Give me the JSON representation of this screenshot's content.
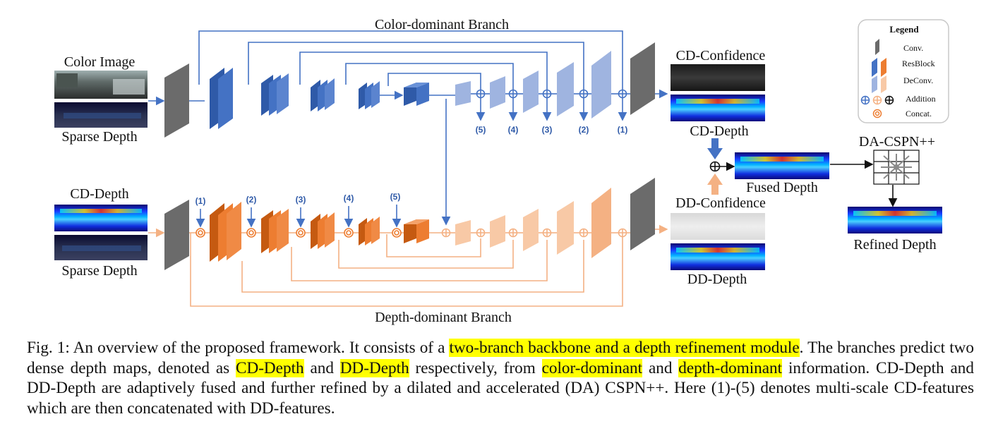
{
  "figure": {
    "color_branch_label": "Color-dominant Branch",
    "depth_branch_label": "Depth-dominant Branch",
    "inputs_top": {
      "image_label": "Color Image",
      "depth_label": "Sparse Depth"
    },
    "inputs_bottom": {
      "image_label": "CD-Depth",
      "depth_label": "Sparse Depth"
    },
    "cd_confidence": "CD-Confidence",
    "cd_depth": "CD-Depth",
    "dd_confidence": "DD-Confidence",
    "dd_depth": "DD-Depth",
    "fused_depth": "Fused Depth",
    "cspn": "DA-CSPN++",
    "refined_depth": "Refined Depth",
    "scale_marks": [
      "(1)",
      "(2)",
      "(3)",
      "(4)",
      "(5)"
    ],
    "legend": {
      "title": "Legend",
      "items": [
        "Conv.",
        "ResBlock",
        "DeConv.",
        "Addition",
        "Concat."
      ]
    },
    "colors": {
      "conv": "#6b6b6b",
      "blue": "#4472c4",
      "blue_light": "#9fb4e0",
      "orange": "#ed7d31",
      "orange_light": "#f8c9a6",
      "highlight": "#ffff00"
    }
  },
  "caption": {
    "p1": "Fig. 1: An overview of the proposed framework. It consists of a ",
    "h1": "two-branch backbone and a depth refinement module",
    "p2": ". The branches predict two dense depth maps, denoted as ",
    "h2": "CD-Depth",
    "p3": " and ",
    "h3": "DD-Depth",
    "p4": " respectively, from ",
    "h4": "color-dominant",
    "p5": " and ",
    "h5": "depth-dominant",
    "p6": " information. CD-Depth and DD-Depth are adaptively fused and further refined by a dilated and accelerated (DA) CSPN++. Here (1)-(5) denotes multi-scale CD-features which are then concatenated with DD-features."
  }
}
